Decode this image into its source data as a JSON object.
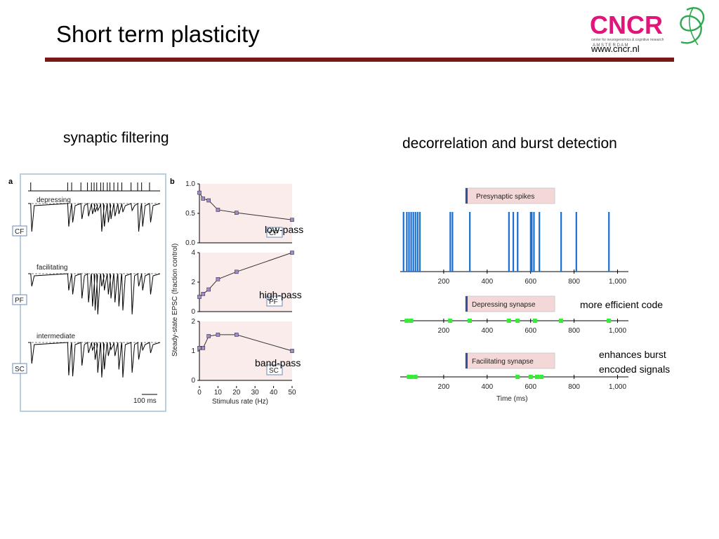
{
  "slide": {
    "title": "Short term plasticity",
    "logo": {
      "text": "CNCR",
      "subtitle": "center for neurogenomics & cognitive research",
      "city": "A M S T E R D A M",
      "url": "www.cncr.nl",
      "brand_color": "#e0157a",
      "accent_color": "#2fa84f"
    },
    "rule_color": "#7a1818"
  },
  "left": {
    "heading": "synaptic filtering",
    "panel_a": {
      "label": "a",
      "traces": [
        "depressing",
        "facilitating",
        "intermediate"
      ],
      "synapse_tags": [
        "CF",
        "PF",
        "SC"
      ],
      "scale_bar": "100 ms"
    },
    "panel_b": {
      "label": "b",
      "ylabel": "Steady-state EPSC (fraction control)",
      "xlabel": "Stimulus rate (Hz)",
      "x_ticks": [
        "0",
        "10",
        "20",
        "30",
        "40",
        "50"
      ],
      "filters": [
        "low-pass",
        "high-pass",
        "band-pass"
      ]
    }
  },
  "right": {
    "heading": "decorrelation and burst detection",
    "boxes": [
      "Presynaptic spikes",
      "Depressing synapse",
      "Facilitating synapse"
    ],
    "x_ticks": [
      "200",
      "400",
      "600",
      "800",
      "1,000"
    ],
    "xlabel": "Time (ms)",
    "notes": [
      "more efficient code",
      "enhances burst",
      "encoded signals"
    ],
    "spike_color": "#1a6fd1",
    "release_color": "#33ee33"
  },
  "chart_data": [
    {
      "type": "line",
      "title": "",
      "xlabel": "Stimulus rate (Hz)",
      "ylabel": "Steady-state EPSC (fraction control)",
      "xlim": [
        0,
        50
      ],
      "x": [
        0,
        2,
        5,
        10,
        20,
        50
      ],
      "series": [
        {
          "name": "CF",
          "x": [
            0,
            2,
            5,
            10,
            20,
            50
          ],
          "values": [
            0.85,
            0.75,
            0.72,
            0.56,
            0.51,
            0.39
          ],
          "ylim": [
            0,
            1
          ],
          "y_ticks": [
            "0.0",
            "0.5",
            "1.0"
          ]
        },
        {
          "name": "PF",
          "x": [
            0,
            2,
            5,
            10,
            20,
            50
          ],
          "values": [
            1.0,
            1.2,
            1.5,
            2.2,
            2.7,
            4.0
          ],
          "ylim": [
            0,
            4
          ],
          "y_ticks": [
            "0",
            "2",
            "4"
          ]
        },
        {
          "name": "SC",
          "x": [
            0,
            2,
            5,
            10,
            20,
            50
          ],
          "values": [
            1.1,
            1.1,
            1.5,
            1.55,
            1.55,
            1.0
          ],
          "ylim": [
            0,
            2
          ],
          "y_ticks": [
            "0",
            "1",
            "2"
          ]
        }
      ]
    },
    {
      "type": "scatter",
      "title": "",
      "xlabel": "Time (ms)",
      "xlim": [
        0,
        1050
      ],
      "series": [
        {
          "name": "Presynaptic spikes",
          "values": [
            15,
            30,
            40,
            50,
            60,
            70,
            80,
            90,
            230,
            240,
            320,
            500,
            520,
            540,
            600,
            605,
            615,
            640,
            740,
            810,
            960
          ]
        },
        {
          "name": "Depressing synapse",
          "values": [
            30,
            50,
            230,
            320,
            500,
            540,
            620,
            740,
            960
          ]
        },
        {
          "name": "Facilitating synapse",
          "values": [
            40,
            50,
            70,
            540,
            600,
            630,
            650
          ]
        }
      ]
    }
  ]
}
